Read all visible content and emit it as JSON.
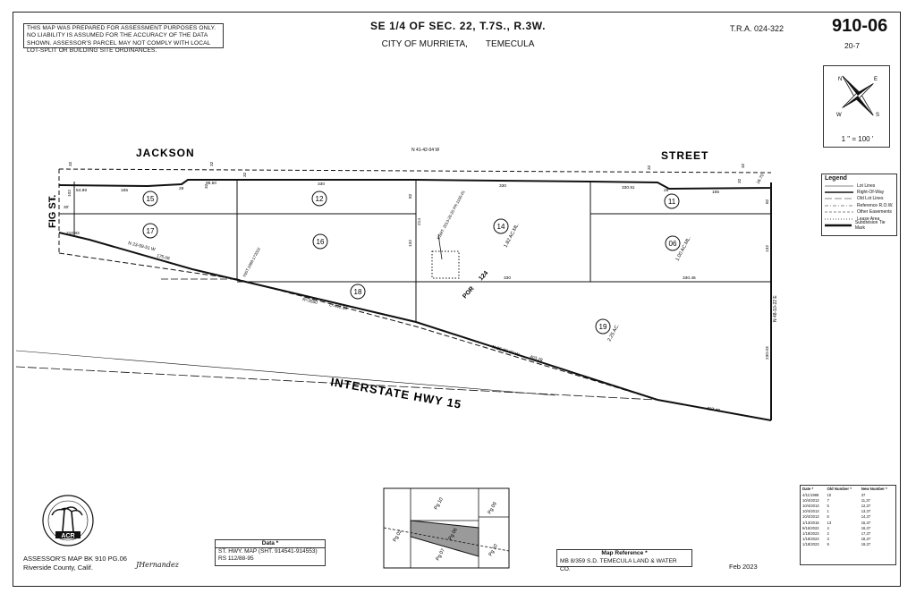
{
  "disclaimer": "THIS MAP WAS PREPARED FOR ASSESSMENT PURPOSES ONLY.  NO LIABILITY IS ASSUMED FOR THE ACCURACY OF THE DATA SHOWN. ASSESSOR'S PARCEL MAY NOT COMPLY WITH LOCAL LOT-SPLIT OR BUILDING SITE ORDINANCES.",
  "header": {
    "title": "SE 1/4 OF SEC. 22, T.7S., R.3W.",
    "city": "CITY OF MURRIETA,",
    "place": "TEMECULA",
    "tra": "T.R.A.  024-322",
    "map_number": "910-06",
    "sub_number": "20-7"
  },
  "north": {
    "scale": "1 \" = 100 '",
    "n": "N",
    "e": "E",
    "s": "S",
    "w": "W"
  },
  "streets": {
    "jackson": "JACKSON",
    "street": "STREET",
    "fig": "FIG  ST.",
    "interstate": "INTERSTATE HWY 15",
    "jackson_bearing": "N 41-42-04 W"
  },
  "parcels": {
    "p15": "15",
    "p12": "12",
    "p14": "14",
    "p11": "11",
    "p17": "17",
    "p16": "16",
    "p06": "06",
    "p18": "18",
    "p19": "19"
  },
  "acreage": {
    "p14": "1.82 AC.ML.",
    "p06": "1.00 AC.ML.",
    "p19": "2.25 AC."
  },
  "dims": {
    "d165a": "165",
    "d99": "99.50",
    "d330a": "330",
    "d330b": "330",
    "d330c": "330.91",
    "d165b": "165",
    "d82a": "82",
    "d82b": "82",
    "d214": "214",
    "d132a": "132",
    "d132b": "132",
    "d330d": "330",
    "d330e": "330.46",
    "d175": "175.08",
    "d403": "403.28",
    "d207": "207.48",
    "d230": "230.03",
    "dr": "R=3550",
    "dl": "L=442.34",
    "d30a": "30'",
    "d30b": "30'",
    "d102": "102",
    "d210": "210.83",
    "d32a": "32",
    "d32b": "32",
    "d32c": "32",
    "d32d": "32",
    "d32e": "32",
    "d28a": "28",
    "d28b": "28",
    "d1670": "16.70",
    "d54": "54.89"
  },
  "bearings": {
    "b1": "N 23-59-51 W",
    "b2": "N 25-00-07 W",
    "b3": "N 48-10-22 E",
    "por": "POR",
    "por_no": "124",
    "esmt": "ESMT. 2013-26-25\nPR-1105-01",
    "inst": "INST.1988-172022"
  },
  "legend": {
    "title": "Legend",
    "items": [
      "Lot Lines",
      "Right-Of-Way",
      "Old Lot Lines",
      "Reference R.O.W.",
      "Other Easements",
      "Lease Area",
      "Subdivision Tie Mark"
    ]
  },
  "history": {
    "headers": [
      "Date *",
      "Old Number *",
      "New Number *"
    ],
    "rows": [
      [
        "4/11/1988",
        "10",
        "37"
      ],
      [
        "10/4/2013",
        "7",
        "11,37"
      ],
      [
        "10/4/2013",
        "5",
        "12,37"
      ],
      [
        "10/4/2013",
        "1",
        "13,37"
      ],
      [
        "10/4/2013",
        "6",
        "14,37"
      ],
      [
        "1/13/2015",
        "13",
        "15,37"
      ],
      [
        "6/16/2022",
        "4",
        "16,37"
      ],
      [
        "1/18/2023",
        "2",
        "17,37"
      ],
      [
        "1/18/2023",
        "3",
        "18,37"
      ],
      [
        "1/18/2023",
        "9",
        "19,37"
      ]
    ]
  },
  "data_box": {
    "title": "Data *",
    "line1": "ST. HWY. MAP (SHT. 914541-914553)",
    "line2": "RS 112/88-95"
  },
  "ref_box": {
    "title": "Map Reference *",
    "value": "MB  8/359   S.D. TEMECULA LAND & WATER CO."
  },
  "inset": {
    "pg10a": "Pg 10",
    "pg09": "Pg 09",
    "pg02": "Pg 02",
    "pg06": "Pg 06",
    "pg07": "Pg 07",
    "pg10b": "Pg 10"
  },
  "footer": {
    "line1": "ASSESSOR'S MAP BK 910 PG.06",
    "line2": "Riverside County, Calif.",
    "signature": "JHernandez",
    "date": "Feb 2023",
    "seal": "ACR"
  },
  "colors": {
    "ink": "#111111",
    "inset_fill": "#9a9a9a"
  }
}
